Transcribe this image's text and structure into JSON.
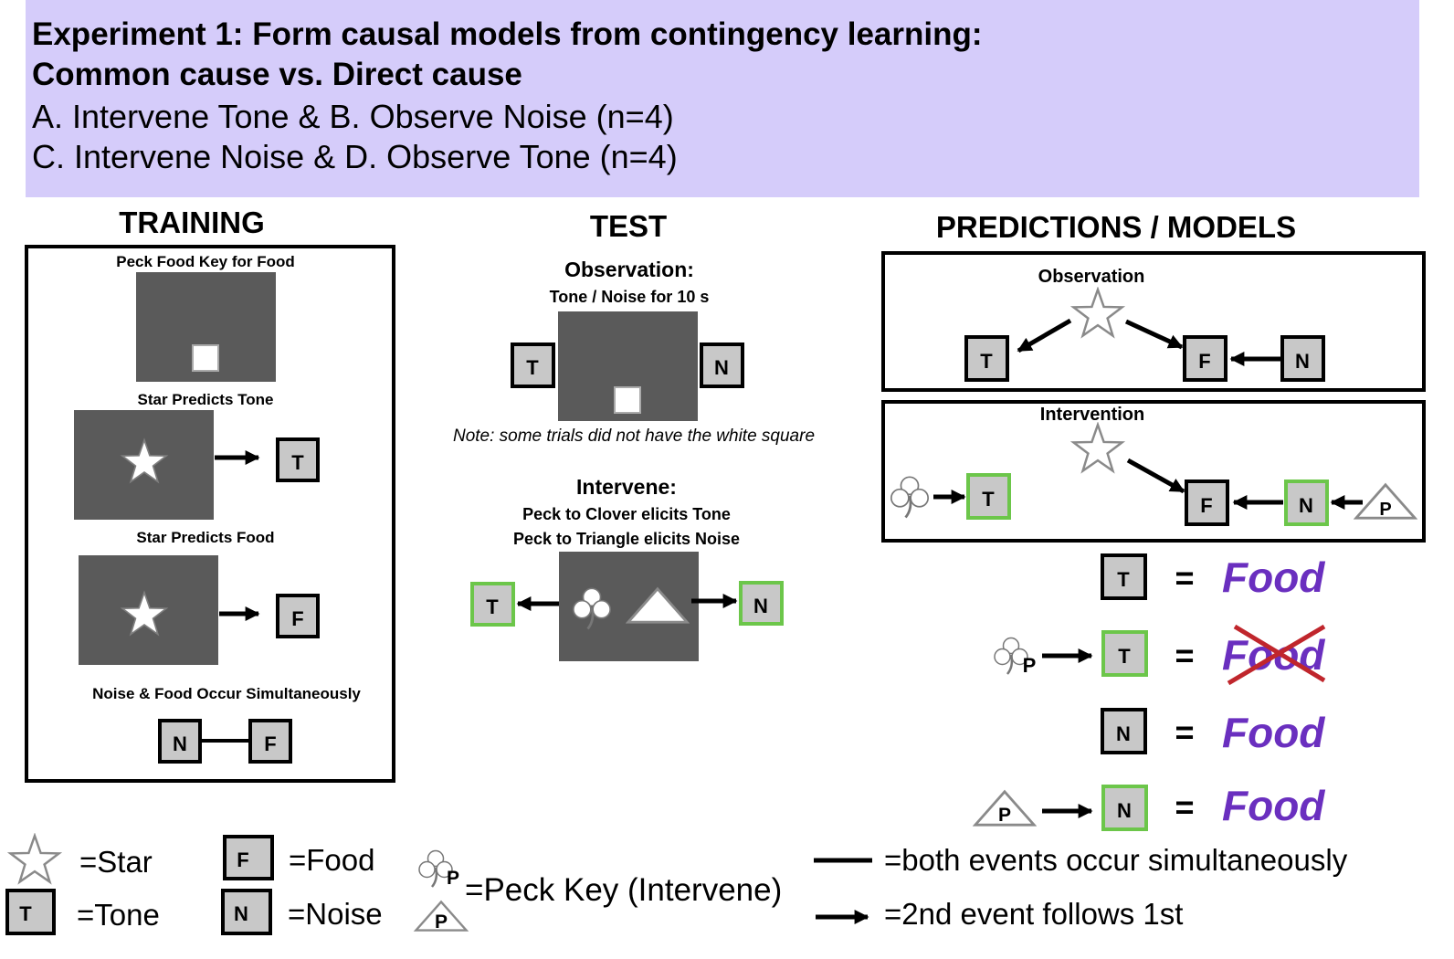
{
  "header": {
    "title_line1": "Experiment 1: Form causal models from contingency learning:",
    "title_line2": "Common cause vs. Direct cause",
    "line3": "A. Intervene Tone & B. Observe Noise (n=4)",
    "line4": "C. Intervene Noise & D. Observe Tone (n=4)"
  },
  "colors": {
    "header_bg": "#d5ccfa",
    "screen_gray": "#5a5a5a",
    "key_gray": "#c8c8c8",
    "green_outline": "#6cc64a",
    "food_purple": "#6a2fbf",
    "cross_red": "#c0262c"
  },
  "training": {
    "heading": "TRAINING",
    "peck_food_key": "Peck Food Key for Food",
    "star_predicts_tone": "Star Predicts Tone",
    "star_predicts_food": "Star Predicts Food",
    "noise_food_simul": "Noise & Food Occur Simultaneously"
  },
  "test": {
    "heading": "TEST",
    "observation_title": "Observation:",
    "observation_sub": "Tone / Noise for 10 s",
    "note": "Note: some trials did not have the white square",
    "intervene_title": "Intervene:",
    "intervene_line1": "Peck to Clover elicits Tone",
    "intervene_line2": "Peck to Triangle elicits Noise"
  },
  "predictions": {
    "heading": "PREDICTIONS / MODELS",
    "observation_label": "Observation",
    "intervention_label": "Intervention",
    "equals": "=",
    "food_word": "Food"
  },
  "keys": {
    "t": "T",
    "n": "N",
    "f": "F",
    "p": "P"
  },
  "legend": {
    "star": "=Star",
    "tone": "=Tone",
    "food": "=Food",
    "noise": "=Noise",
    "peck_key": "=Peck Key (Intervene)",
    "simultaneous": "=both events occur simultaneously",
    "follows": "=2nd event follows 1st"
  },
  "icons": [
    "star-icon",
    "clover-icon",
    "triangle-icon",
    "arrow-icon",
    "square-icon",
    "cross-icon"
  ]
}
